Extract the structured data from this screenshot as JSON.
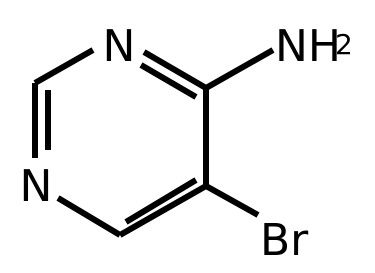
{
  "molecule": {
    "atoms": {
      "n_top": "N",
      "n_left": "N",
      "amine": "NH",
      "amine_sub": "2",
      "bromine": "Br"
    },
    "colors": {
      "bond": "#000000",
      "text": "#000000",
      "background": "#ffffff"
    }
  }
}
